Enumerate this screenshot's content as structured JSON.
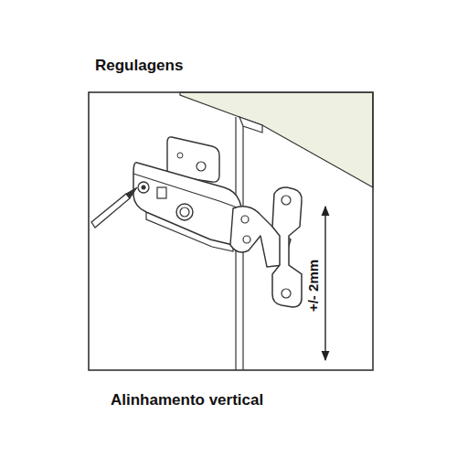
{
  "diagram": {
    "title": "Regulagens",
    "caption": "Alinhamento vertical",
    "labels": [
      "+/- 2mm"
    ]
  }
}
